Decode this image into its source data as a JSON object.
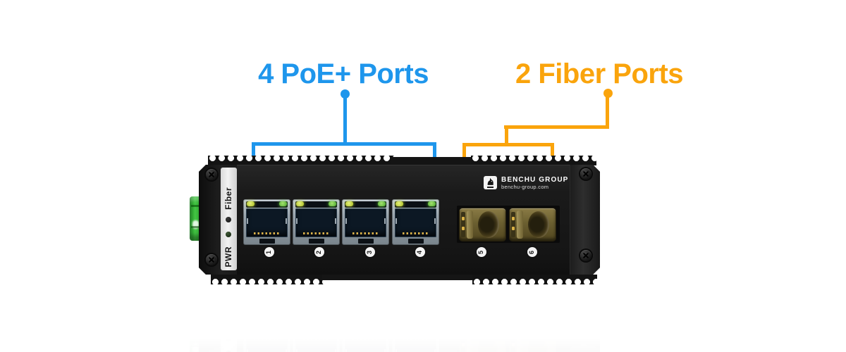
{
  "annotations": {
    "poe_ports": {
      "label": "4 PoE+ Ports",
      "color": "#1E96EC"
    },
    "fiber_ports": {
      "label": "2 Fiber Ports",
      "color": "#FAA40C"
    }
  },
  "device": {
    "brand": {
      "name": "BENCHU GROUP",
      "website": "benchu-group.com"
    },
    "panel_labels": {
      "power": "PWR",
      "fiber": "Fiber"
    },
    "port_numbers": [
      "1",
      "2",
      "3",
      "4",
      "5",
      "6"
    ]
  },
  "colors": {
    "poe_blue": "#1E96EC",
    "fiber_orange": "#FAA40C",
    "led_lime": "#B9CF35",
    "led_green": "#5FC23C",
    "sfp_bronze": "#6B5F30",
    "terminal_green": "#43C443",
    "chassis_black": "#181818"
  }
}
